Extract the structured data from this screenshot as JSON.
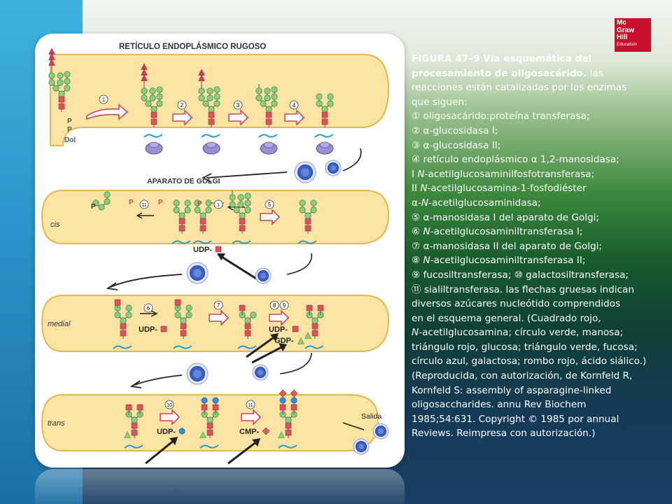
{
  "colors": {
    "left_band": "#2a95c9",
    "logo_red": "#c8102e",
    "organelle_fill": "#fbe3a4",
    "glcnac_red": "#d9545f",
    "mannose_green": "#8fcc80",
    "glucose_red": "#cf3a5a",
    "galactose_blue": "#2d8fd5",
    "vesicle_blue": "#3b5fc2"
  },
  "logo": {
    "line1": "Mc",
    "line2": "Graw",
    "line3": "Hill",
    "line4": "Education"
  },
  "figure": {
    "rer_title": "RETÍCULO ENDOPLÁSMICO RUGOSO",
    "golgi_title": "APARATO DE GOLGI",
    "label_cis": "cis",
    "label_medial": "medial",
    "label_trans": "trans",
    "label_salida": "Salida",
    "p1": "P",
    "p2": "P",
    "dol": "Dol",
    "p_free": "P",
    "p_arrow1": "P",
    "p_arrow2": "P",
    "p_arrow3": "P",
    "udp_cis": "UDP-",
    "udp_medial": "UDP-",
    "udp_medial2": "UDP-",
    "gdp_medial": "GDP-",
    "udp_trans": "UDP-",
    "cmp_trans": "CMP-",
    "step1": "1",
    "step2": "2",
    "step3": "3",
    "step4": "4",
    "step1b": "1",
    "step11a": "11",
    "step5": "5",
    "step6": "6",
    "step7": "7",
    "step8": "8",
    "step9": "9",
    "step10": "10",
    "step11": "11"
  },
  "caption": {
    "title_line1": "FIGURA 47–9 Vía esquemática del",
    "title_line2": "procesamiento de oligosacárido.",
    "title_line2_rest": " las",
    "line3": "reacciones están catalizadas por las enzimas",
    "line4": "que siguen:",
    "line5": "① oligosacárido:proteína transferasa;",
    "line6": "② α-glucosidasa I;",
    "line7": "③ α-glucosidasa II;",
    "line8": "④ retículo endoplásmico α 1,2-manosidasa;",
    "line9_prefix": "I ",
    "line9_italic": "N",
    "line9_rest": "-acetilglucosaminilfosfotransferasa;",
    "line10_prefix": "II ",
    "line10_italic": "N",
    "line10_rest": "-acetilglucosamina-1-fosfodiéster",
    "line11_prefix": "α-",
    "line11_italic": "N",
    "line11_rest": "-acetilglucosaminidasa;",
    "line12": "⑤ α-manosidasa I del aparato de Golgi;",
    "line13_prefix": "⑥ ",
    "line13_italic": "N",
    "line13_rest": "-acetilglucosaminiltransferasa  I;",
    "line14": "⑦ α-manosidasa II del aparato de Golgi;",
    "line15_prefix": "⑧ ",
    "line15_italic": "N",
    "line15_rest": "-acetilglucosaminiltransferasa  II;",
    "line16": "⑨ fucosiltransferasa; ⑩ galactosiltransferasa;",
    "line17": "⑪ sialiltransferasa. las flechas gruesas indican",
    "line18": "diversos azúcares nucleótido comprendidos",
    "line19": "en el esquema general. (Cuadrado rojo,",
    "line20_italic": "N",
    "line20_rest": "-acetilglucosamina; círculo verde, manosa;",
    "line21": "triángulo rojo, glucosa; triángulo verde, fucosa;",
    "line22": "círculo azul, galactosa; rombo rojo, ácido siálico.)",
    "line23": "(Reproducida, con autorización, de Kornfeld R,",
    "line24": "Kornfeld S: assembly of asparagine-linked",
    "line25": "oligosaccharides. annu Rev Biochem",
    "line26": "1985;54:631. Copyright © 1985 por annual",
    "line27": "Reviews. Reimpresa con autorización.)"
  }
}
